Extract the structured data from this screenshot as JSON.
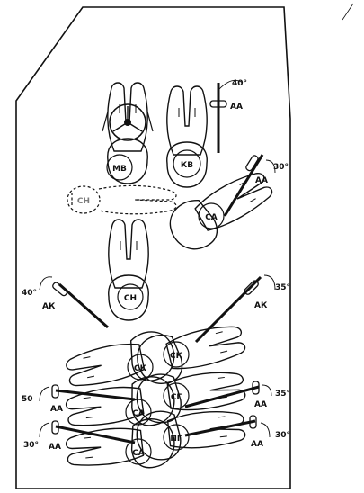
{
  "diagram": {
    "roles": {
      "driver": "МВ",
      "commander": "КВ",
      "gunner_top": "СА",
      "passenger_lying": "СН",
      "seat_center": "СН",
      "sk_left": "СК",
      "sk_right": "СК",
      "sa_left1": "СА",
      "sg": "СГ",
      "sa_left2": "СА",
      "pg": "ПГ"
    },
    "weapons": {
      "aa": "АА",
      "ak": "АК"
    },
    "angles": {
      "a40_top": "40°",
      "a30_top": "30°",
      "a40_left": "40°",
      "a35_right": "35°",
      "a50_left": "50",
      "a35_right2": "35°",
      "a30_left": "30°",
      "a30_right": "30°"
    },
    "colors": {
      "ink": "#111111",
      "paper": "#ffffff"
    }
  }
}
